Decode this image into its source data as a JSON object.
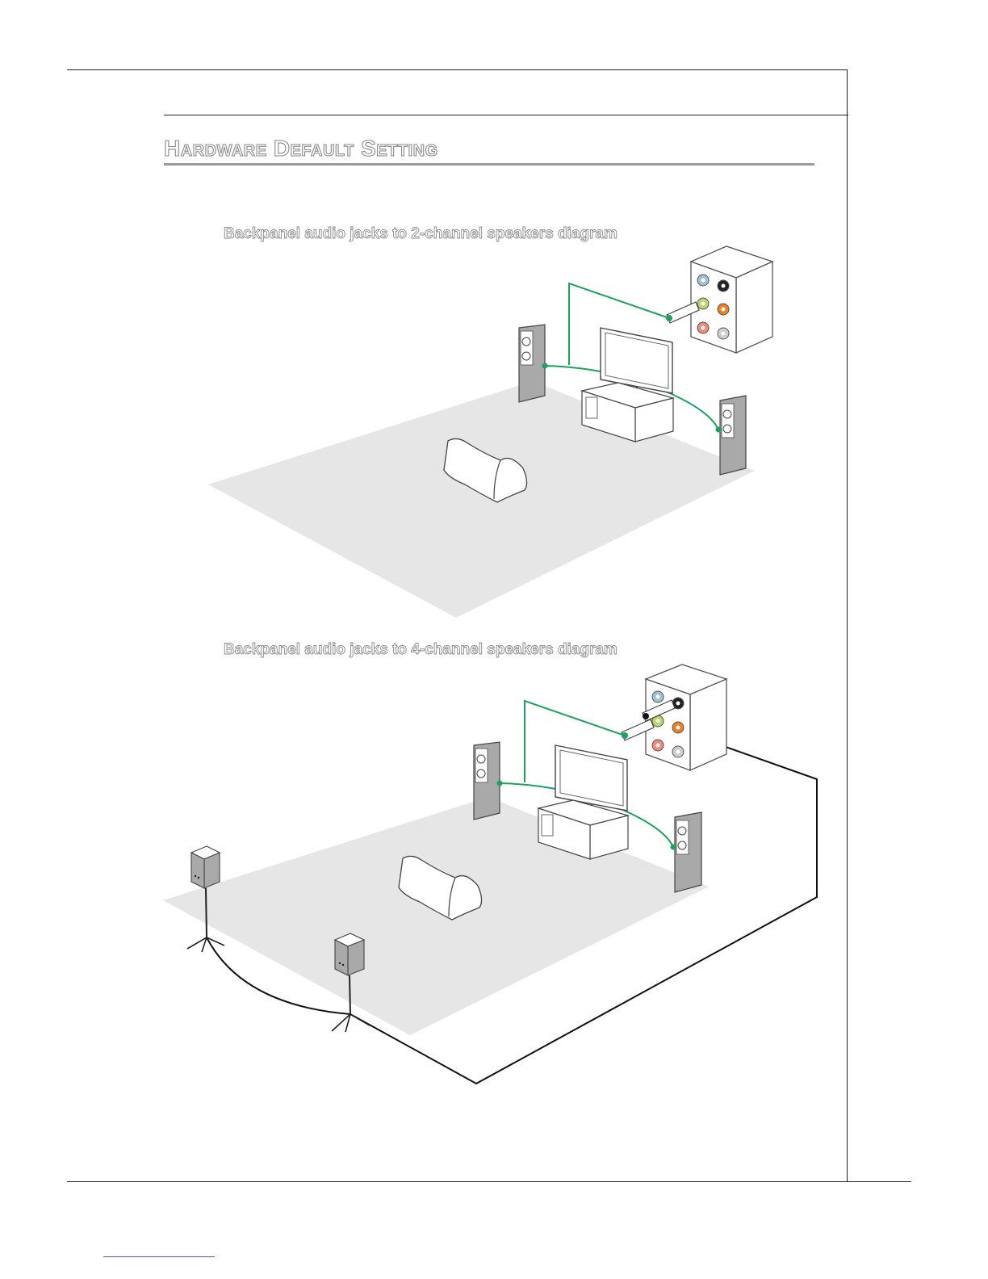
{
  "section": {
    "title": "Hardware Default Setting"
  },
  "diagrams": [
    {
      "caption": "Backpanel audio jacks to 2-channel speakers diagram"
    },
    {
      "caption": "Backpanel audio jacks to 4-channel speakers diagram"
    }
  ],
  "colors": {
    "cable_front": "#1aa35a",
    "cable_rear": "#111111",
    "floor": "#e6e6e6",
    "jack_line_in": "#9fc1d6",
    "jack_line_out": "#b8d86a",
    "jack_mic": "#f08b78",
    "jack_rear_out": "#f07f22",
    "jack_black": "#222222",
    "jack_gray": "#cfcfcf"
  }
}
